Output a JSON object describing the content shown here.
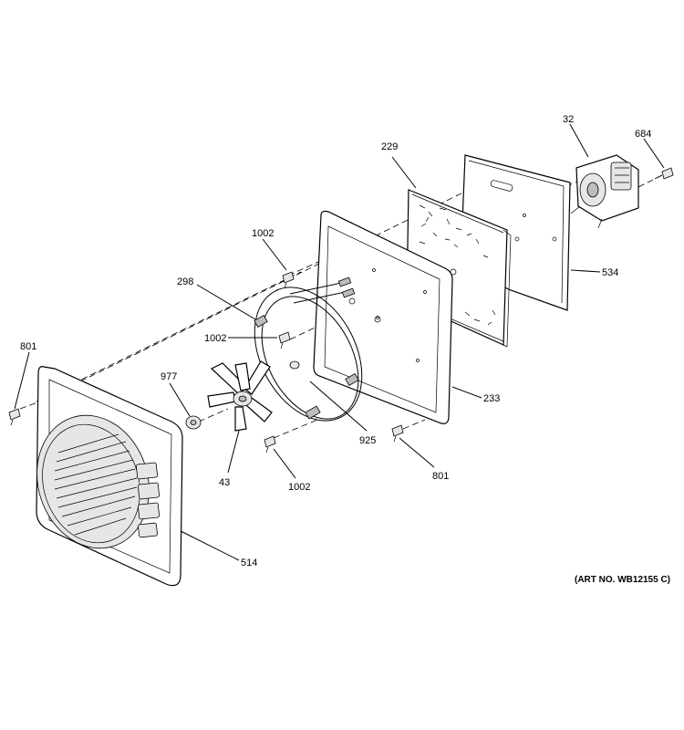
{
  "diagram": {
    "art_number": "(ART NO. WB12155 C)",
    "parts": {
      "p32": "32",
      "p684": "684",
      "p229": "229",
      "p534": "534",
      "p1002a": "1002",
      "p298": "298",
      "p1002b": "1002",
      "p801a": "801",
      "p977": "977",
      "p233": "233",
      "p925": "925",
      "p801b": "801",
      "p43": "43",
      "p1002c": "1002",
      "p514": "514"
    }
  }
}
